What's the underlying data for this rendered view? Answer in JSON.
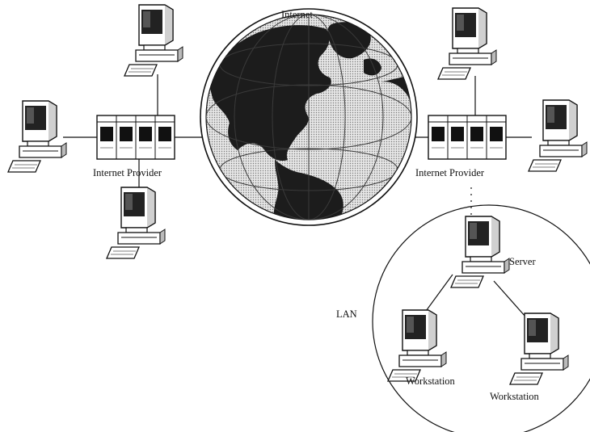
{
  "diagram": {
    "labels": {
      "internet": "Internet",
      "provider_left": "Internet Provider",
      "provider_right": "Internet Provider",
      "lan": "LAN",
      "server": "Server",
      "workstation_left": "Workstation",
      "workstation_right": "Workstation"
    },
    "nodes": [
      {
        "id": "internet-globe",
        "type": "globe-icon"
      },
      {
        "id": "provider-left",
        "type": "server-rack-icon"
      },
      {
        "id": "provider-right",
        "type": "server-rack-icon"
      },
      {
        "id": "computer-left-top",
        "type": "computer-icon"
      },
      {
        "id": "computer-left-side",
        "type": "computer-icon"
      },
      {
        "id": "computer-left-bottom",
        "type": "computer-icon"
      },
      {
        "id": "computer-right-top",
        "type": "computer-icon"
      },
      {
        "id": "computer-right-side",
        "type": "computer-icon"
      },
      {
        "id": "lan-server",
        "type": "computer-icon"
      },
      {
        "id": "workstation-left",
        "type": "computer-icon"
      },
      {
        "id": "workstation-right",
        "type": "computer-icon"
      }
    ],
    "connections": [
      [
        "computer-left-top",
        "provider-left"
      ],
      [
        "computer-left-side",
        "provider-left"
      ],
      [
        "computer-left-bottom",
        "provider-left"
      ],
      [
        "provider-left",
        "internet-globe"
      ],
      [
        "internet-globe",
        "provider-right"
      ],
      [
        "computer-right-top",
        "provider-right"
      ],
      [
        "computer-right-side",
        "provider-right"
      ],
      [
        "provider-right",
        "lan-server"
      ],
      [
        "lan-server",
        "workstation-left"
      ],
      [
        "lan-server",
        "workstation-right"
      ]
    ],
    "colors": {
      "ink": "#111111",
      "globe_water": "#c8c8c8",
      "globe_land": "#1c1c1c",
      "screen": "#222222"
    }
  }
}
